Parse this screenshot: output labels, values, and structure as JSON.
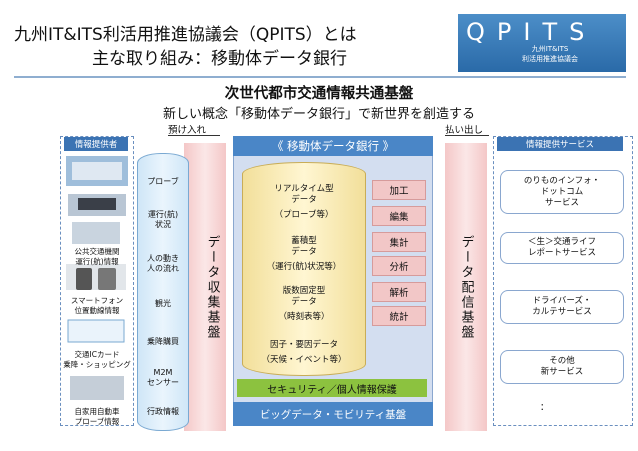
{
  "header": {
    "line1": "九州IT&ITS利活用推進協議会（QPITS）とは",
    "line2": "主な取り組み：移動体データ銀行",
    "logo_letters": "QPITS",
    "logo_sub1": "九州IT&ITS",
    "logo_sub2": "利活用推進協議会"
  },
  "main_title": "次世代都市交通情報共通基盤",
  "subtitle": "新しい概念「移動体データ銀行」で新世界を創造する",
  "labels": {
    "receive": "預け入れ",
    "pay": "払い出し"
  },
  "left_panel": {
    "tag": "情報提供者",
    "providers": [
      "公共交通機関\n運行(航)情報",
      "スマートフォン\n位置動線情報",
      "交通ICカード\n乗降・ショッピング",
      "自家用自動車\nプローブ情報"
    ]
  },
  "cylinder_left_items": [
    "プローブ",
    "運行(航)\n状況",
    "人の動き\n人の流れ",
    "観光",
    "乗降購買",
    "M2M\nセンサー",
    "行政情報"
  ],
  "collect_bar": "データ収集基盤",
  "deliver_bar": "データ配信基盤",
  "bank": {
    "header": "《 移動体データ銀行 》",
    "footer": "ビッグデータ・モビリティ基盤",
    "security": "セキュリティ／個人情報保護",
    "db_items": [
      {
        "title": "リアルタイム型\nデータ",
        "sub": "（プローブ等）"
      },
      {
        "title": "蓄積型\nデータ",
        "sub": "（運行(航)状況等）"
      },
      {
        "title": "版数固定型\nデータ",
        "sub": "（時刻表等）"
      },
      {
        "title": "因子・要因データ",
        "sub": "（天候・イベント等）"
      }
    ],
    "processes": [
      "加工",
      "編集",
      "集計",
      "分析",
      "解析",
      "統計"
    ]
  },
  "right_panel": {
    "tag": "情報提供サービス",
    "services": [
      "のりものインフォ・\nドットコム\nサービス",
      "＜生＞交通ライフ\nレポートサービス",
      "ドライバーズ・\nカルテサービス",
      "その他\n新サービス"
    ],
    "dots": "："
  },
  "colors": {
    "accent_blue": "#4a86c7",
    "security_green": "#8cc23f",
    "bar_pink": "#f4c7c7",
    "db_yellow": "#f2df9a"
  }
}
